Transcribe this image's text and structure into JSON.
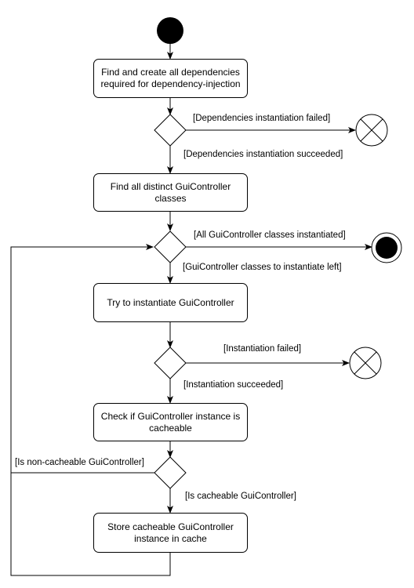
{
  "actions": [
    "Find and create all dependencies required for dependency-injection",
    "Find all distinct GuiController classes",
    "Try to instantiate GuiController",
    "Check if GuiController instance is cacheable",
    "Store cacheable GuiController instance in cache"
  ],
  "guards": {
    "deps_failed": "[Dependencies instantiation failed]",
    "deps_succeeded": "[Dependencies instantiation succeeded]",
    "all_instantiated": "[All GuiController classes instantiated]",
    "classes_left": "[GuiController classes to instantiate left]",
    "inst_failed": "[Instantiation failed]",
    "inst_succeeded": "[Instantiation succeeded]",
    "non_cacheable": "[Is non-cacheable GuiController]",
    "cacheable": "[Is cacheable GuiController]"
  }
}
